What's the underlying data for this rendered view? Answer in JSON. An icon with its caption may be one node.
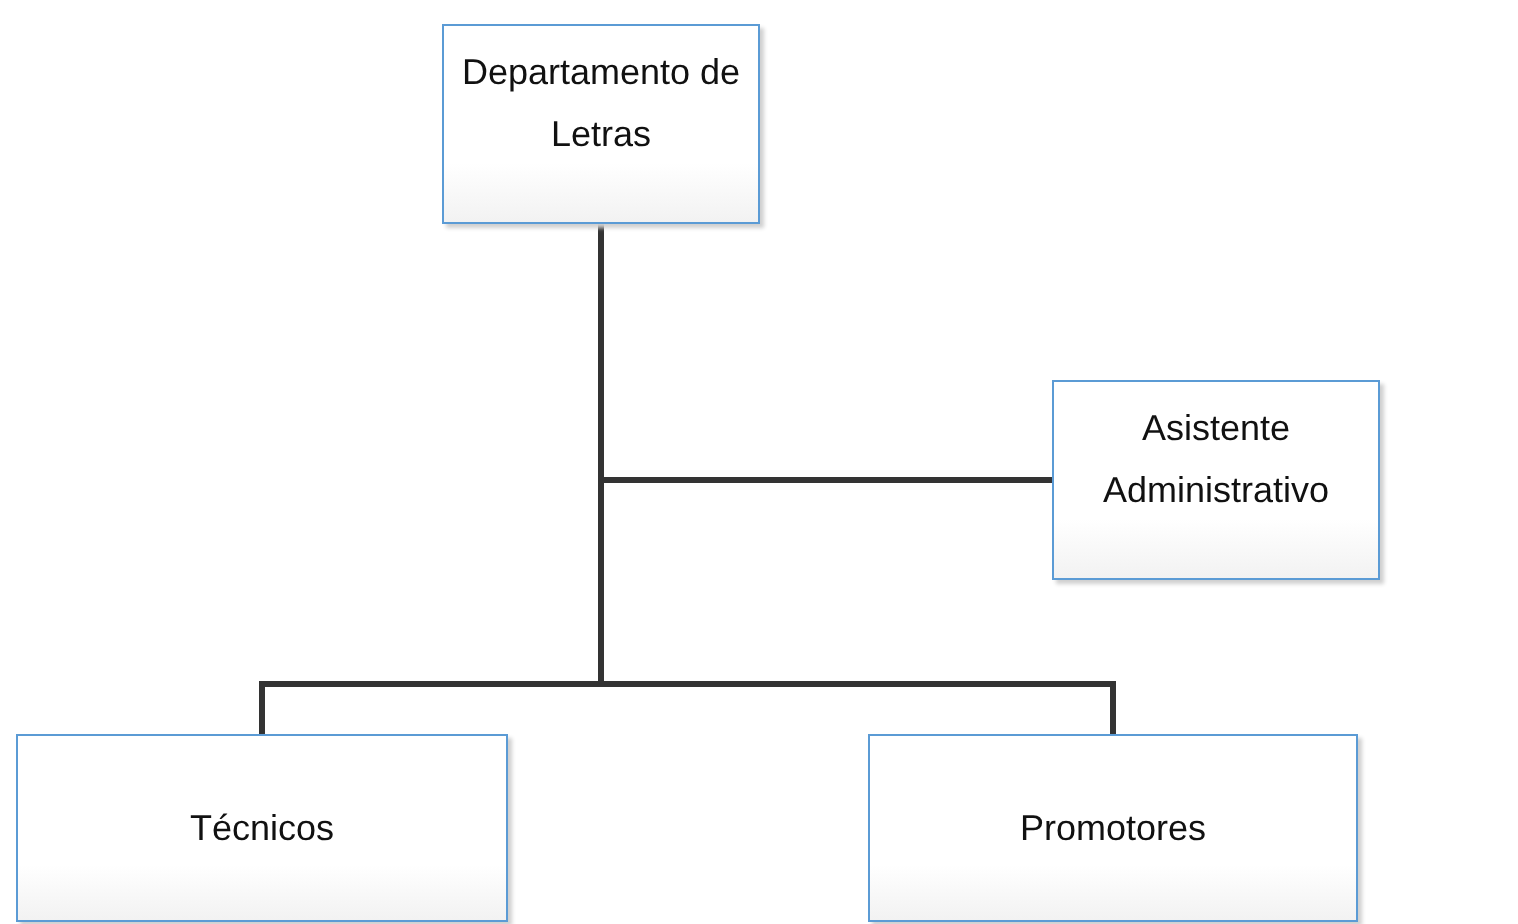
{
  "diagram": {
    "nodes": [
      {
        "text": [
          "Departamento de Letras"
        ]
      },
      {
        "text": [
          "Asistente Administrativo"
        ]
      },
      {
        "text": [
          "Técnicos"
        ]
      },
      {
        "text": [
          "Promotores"
        ]
      }
    ],
    "edges": [
      {
        "from": 0,
        "to": 1,
        "arrow": "none"
      },
      {
        "from": 0,
        "to": 2,
        "arrow": "none"
      },
      {
        "from": 0,
        "to": 3,
        "arrow": "none"
      }
    ]
  }
}
